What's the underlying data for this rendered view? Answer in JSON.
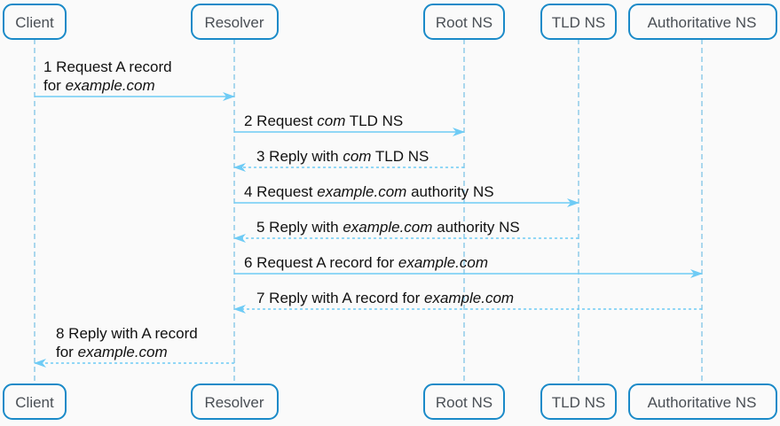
{
  "actors": [
    {
      "id": "client",
      "label": "Client"
    },
    {
      "id": "resolver",
      "label": "Resolver"
    },
    {
      "id": "root",
      "label": "Root NS"
    },
    {
      "id": "tld",
      "label": "TLD NS"
    },
    {
      "id": "auth",
      "label": "Authoritative NS"
    }
  ],
  "messages": [
    {
      "from": "client",
      "to": "resolver",
      "type": "request",
      "lines": [
        [
          {
            "t": "1 Request A record"
          }
        ],
        [
          {
            "t": "for "
          },
          {
            "t": "example.com",
            "i": true
          }
        ]
      ]
    },
    {
      "from": "resolver",
      "to": "root",
      "type": "request",
      "lines": [
        [
          {
            "t": "2 Request "
          },
          {
            "t": "com",
            "i": true
          },
          {
            "t": " TLD NS"
          }
        ]
      ]
    },
    {
      "from": "root",
      "to": "resolver",
      "type": "reply",
      "lines": [
        [
          {
            "t": "3 Reply with "
          },
          {
            "t": "com",
            "i": true
          },
          {
            "t": " TLD NS"
          }
        ]
      ]
    },
    {
      "from": "resolver",
      "to": "tld",
      "type": "request",
      "lines": [
        [
          {
            "t": "4 Request "
          },
          {
            "t": "example.com",
            "i": true
          },
          {
            "t": " authority NS"
          }
        ]
      ]
    },
    {
      "from": "tld",
      "to": "resolver",
      "type": "reply",
      "lines": [
        [
          {
            "t": "5 Reply with "
          },
          {
            "t": "example.com",
            "i": true
          },
          {
            "t": " authority NS"
          }
        ]
      ]
    },
    {
      "from": "resolver",
      "to": "auth",
      "type": "request",
      "lines": [
        [
          {
            "t": "6 Request A record for "
          },
          {
            "t": "example.com",
            "i": true
          }
        ]
      ]
    },
    {
      "from": "auth",
      "to": "resolver",
      "type": "reply",
      "lines": [
        [
          {
            "t": "7 Reply with A record for "
          },
          {
            "t": "example.com",
            "i": true
          }
        ]
      ]
    },
    {
      "from": "resolver",
      "to": "client",
      "type": "reply",
      "lines": [
        [
          {
            "t": "8 Reply with A record"
          }
        ],
        [
          {
            "t": "for "
          },
          {
            "t": "example.com",
            "i": true
          }
        ]
      ]
    }
  ],
  "colors": {
    "actor_border": "#1a8ac8",
    "arrow": "#6ecbf5",
    "lifeline": "#5ab4e0"
  }
}
